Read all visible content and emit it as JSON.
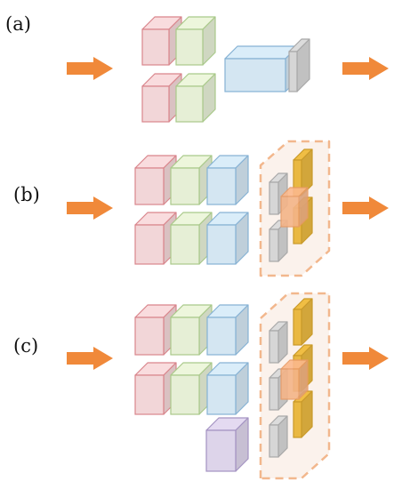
{
  "panels": [
    {
      "label": "(a)"
    },
    {
      "label": "(b)"
    },
    {
      "label": "(c)"
    }
  ],
  "colors": {
    "arrow": "#f0893a",
    "red_block_face": "#f2d6d8",
    "red_block_stroke": "#d9858c",
    "green_block_face": "#e6efd6",
    "green_block_stroke": "#a9c98a",
    "blue_block_face": "#d4e6f2",
    "blue_block_stroke": "#86b2d4",
    "gray_block_face": "#d6d6d6",
    "gray_block_stroke": "#a8a8a8",
    "purple_block_face": "#ddd4ea",
    "purple_block_stroke": "#a493c2",
    "gold_block_face": "#e9b842",
    "orange_highlight": "#f4b488",
    "dashed_box": "#f2b487"
  }
}
